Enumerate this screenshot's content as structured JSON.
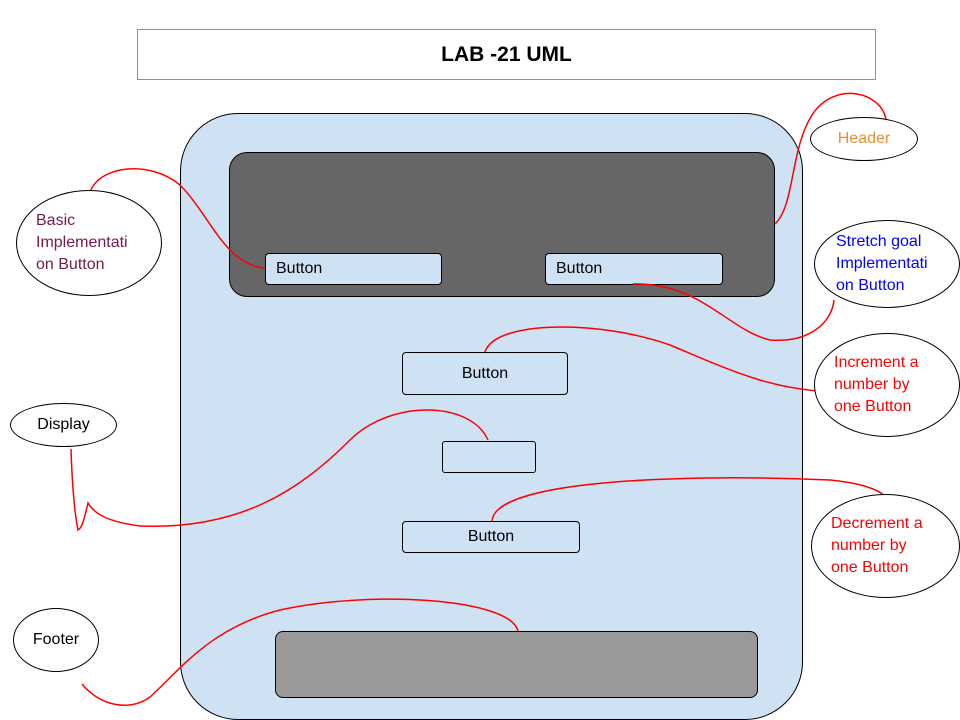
{
  "title": "LAB -21 UML",
  "buttons": {
    "basic": "Button",
    "stretch": "Button",
    "increment": "Button",
    "decrement": "Button"
  },
  "callouts": {
    "header": "Header",
    "basic_impl": "Basic\nImplementati\non Button",
    "stretch_impl": "Stretch goal\nImplementati\non Button",
    "increment": "Increment a\nnumber by\none Button",
    "display": "Display",
    "decrement": "Decrement a\nnumber by\none Button",
    "footer": "Footer"
  },
  "colors": {
    "phone_bg": "#cfe2f3",
    "header_bg": "#666666",
    "footer_bg": "#999999",
    "connector": "#ff0000",
    "header_label": "#e69138",
    "basic_label": "#741b47",
    "stretch_label": "#0000ff",
    "increment_label": "#ff0000",
    "decrement_label": "#ff0000",
    "plain_label": "#000000"
  }
}
